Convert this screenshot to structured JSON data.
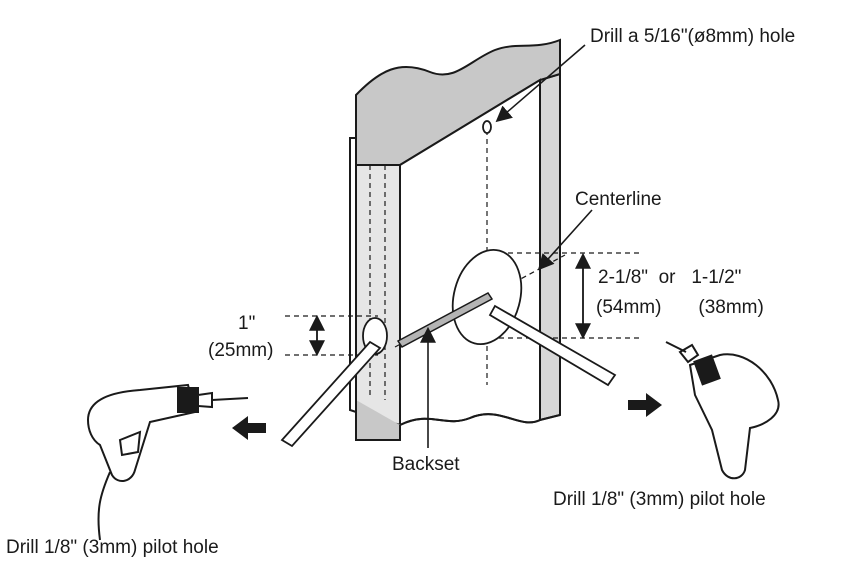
{
  "labels": {
    "drill_top": "Drill a 5/16\"(ø8mm) hole",
    "centerline": "Centerline",
    "dim_left_in": "1\"",
    "dim_left_mm": "(25mm)",
    "dim_right_in": "2-1/8\"  or   1-1/2\"",
    "dim_right_mm": "(54mm)       (38mm)",
    "backset": "Backset",
    "pilot_right": "Drill 1/8\" (3mm) pilot hole",
    "pilot_left": "Drill 1/8\" (3mm) pilot hole"
  },
  "colors": {
    "ink": "#1a1a1a",
    "door_top": "#c8c8c8",
    "door_front": "#ffffff",
    "door_shade": "#d8d8d8"
  }
}
